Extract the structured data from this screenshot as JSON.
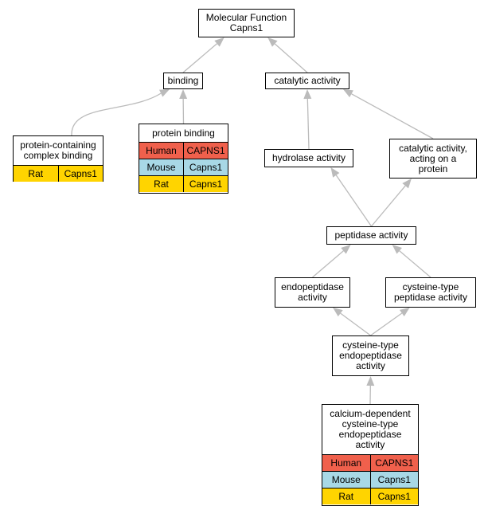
{
  "colors": {
    "edge": "#bbbbbb",
    "human": "#f0604c",
    "mouse": "#a8d8e6",
    "rat": "#ffd400"
  },
  "nodes": {
    "mf": {
      "label": "Molecular Function\nCapns1"
    },
    "binding": {
      "label": "binding"
    },
    "catalytic": {
      "label": "catalytic activity"
    },
    "pcb": {
      "label": "protein-containing\ncomplex binding",
      "rows": [
        {
          "species": "Rat",
          "gene": "Capns1",
          "color": "#ffd400"
        }
      ]
    },
    "pb": {
      "label": "protein binding",
      "rows": [
        {
          "species": "Human",
          "gene": "CAPNS1",
          "color": "#f0604c"
        },
        {
          "species": "Mouse",
          "gene": "Capns1",
          "color": "#a8d8e6"
        },
        {
          "species": "Rat",
          "gene": "Capns1",
          "color": "#ffd400"
        }
      ]
    },
    "hydrolase": {
      "label": "hydrolase activity"
    },
    "catprot": {
      "label": "catalytic activity,\nacting on a\nprotein"
    },
    "peptidase": {
      "label": "peptidase activity"
    },
    "endopep": {
      "label": "endopeptidase\nactivity"
    },
    "cyspep": {
      "label": "cysteine-type\npeptidase activity"
    },
    "cysendo": {
      "label": "cysteine-type\nendopeptidase\nactivity"
    },
    "calcium": {
      "label": "calcium-dependent\ncysteine-type\nendopeptidase\nactivity",
      "rows": [
        {
          "species": "Human",
          "gene": "CAPNS1",
          "color": "#f0604c"
        },
        {
          "species": "Mouse",
          "gene": "Capns1",
          "color": "#a8d8e6"
        },
        {
          "species": "Rat",
          "gene": "Capns1",
          "color": "#ffd400"
        }
      ]
    }
  },
  "edges": [
    {
      "from": "binding",
      "to": "mf"
    },
    {
      "from": "catalytic",
      "to": "mf"
    },
    {
      "from": "pcb",
      "to": "binding"
    },
    {
      "from": "pb",
      "to": "binding"
    },
    {
      "from": "hydrolase",
      "to": "catalytic"
    },
    {
      "from": "catprot",
      "to": "catalytic"
    },
    {
      "from": "peptidase",
      "to": "hydrolase"
    },
    {
      "from": "peptidase",
      "to": "catprot"
    },
    {
      "from": "endopep",
      "to": "peptidase"
    },
    {
      "from": "cyspep",
      "to": "peptidase"
    },
    {
      "from": "cysendo",
      "to": "endopep"
    },
    {
      "from": "cysendo",
      "to": "cyspep"
    },
    {
      "from": "calcium",
      "to": "cysendo"
    }
  ]
}
